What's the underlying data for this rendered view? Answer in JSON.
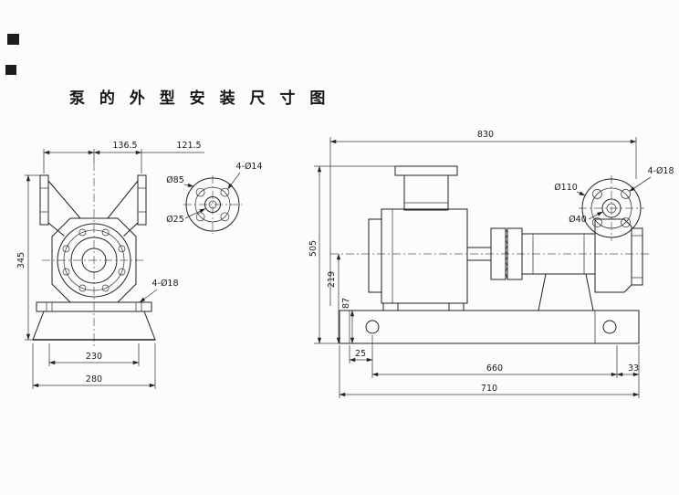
{
  "title": "泵 的 外 型 安 装 尺 寸 图",
  "front_view": {
    "dim_flange_left": "136.5",
    "dim_flange_right": "121.5",
    "dim_height": "345",
    "dim_anchor_holes": "4-Ø18",
    "dim_base_width_inner": "230",
    "dim_base_width_outer": "280"
  },
  "flange_detail": {
    "dim_outer_diameter": "Ø85",
    "dim_bore_diameter": "Ø25",
    "dim_bolt_holes": "4-Ø14"
  },
  "side_view": {
    "dim_overall_length": "830",
    "dim_overall_height": "505",
    "dim_shaft_height": "219",
    "dim_base_height": "87",
    "dim_hole_offset": "25",
    "dim_hole_spacing": "660",
    "dim_right_offset": "33",
    "dim_base_length": "710",
    "flange_detail": {
      "dim_outer_diameter": "Ø110",
      "dim_bore_diameter": "Ø40",
      "dim_bolt_holes": "4-Ø18"
    }
  }
}
